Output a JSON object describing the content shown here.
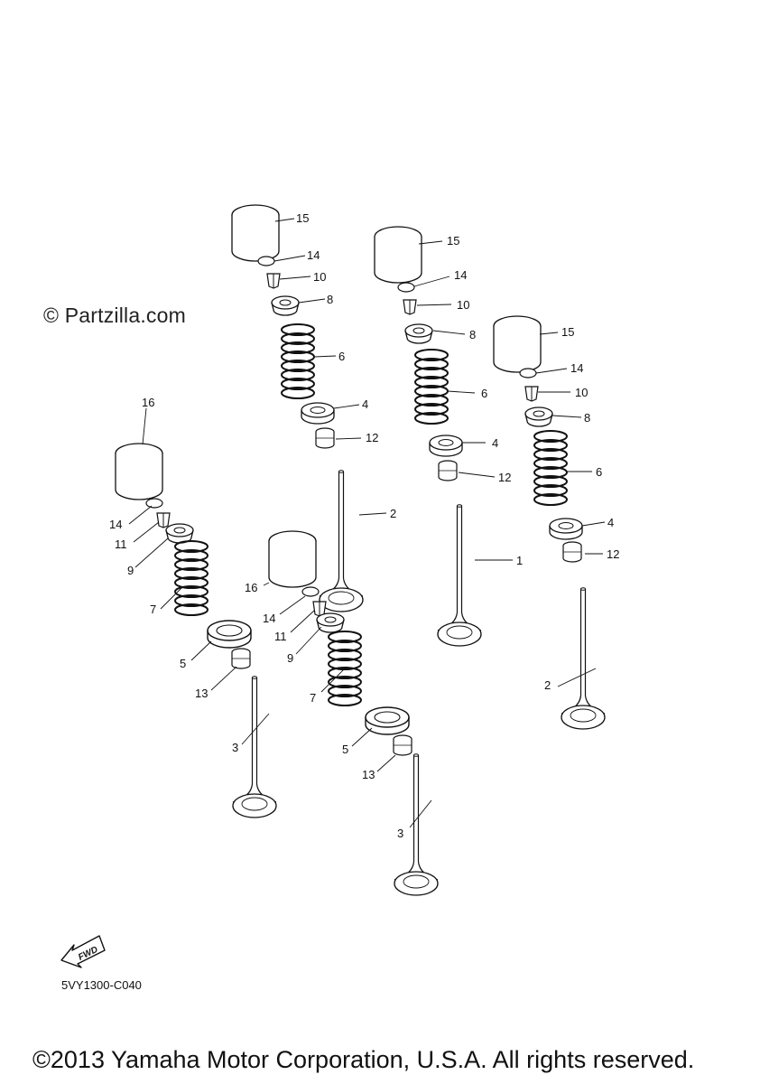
{
  "watermark": "© Partzilla.com",
  "drawing_code": "5VY1300-C040",
  "fwd_label": "FWD",
  "copyright": "©2013 Yamaha Motor Corporation, U.S.A. All rights reserved.",
  "callouts": {
    "a15": "15",
    "a14": "14",
    "a10": "10",
    "a8": "8",
    "a6": "6",
    "a4": "4",
    "a12": "12",
    "a2": "2",
    "b15": "15",
    "b14": "14",
    "b10": "10",
    "b8": "8",
    "b6": "6",
    "b4": "4",
    "b12": "12",
    "b1": "1",
    "c15": "15",
    "c14": "14",
    "c10": "10",
    "c8": "8",
    "c6": "6",
    "c4": "4",
    "c12": "12",
    "c2": "2",
    "d16": "16",
    "d14": "14",
    "d11": "11",
    "d9": "9",
    "d7": "7",
    "d5": "5",
    "d13": "13",
    "d3": "3",
    "e16": "16",
    "e14": "14",
    "e11": "11",
    "e9": "9",
    "e7": "7",
    "e5": "5",
    "e13": "13",
    "e3": "3"
  }
}
